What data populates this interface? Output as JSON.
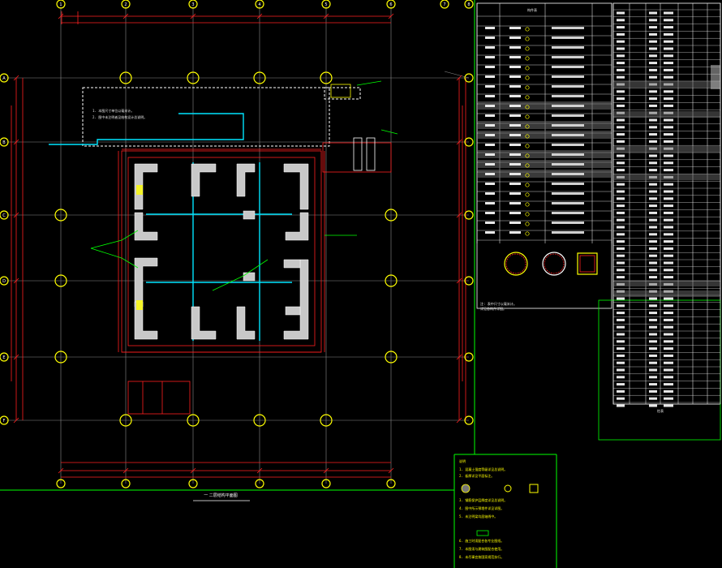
{
  "drawing": {
    "plan_title": "一 二层结构平面图",
    "axis_top": [
      "1",
      "2",
      "3",
      "4",
      "5",
      "6",
      "7",
      "8"
    ],
    "axis_left": [
      "A",
      "B",
      "C",
      "D",
      "E",
      "F"
    ],
    "note_box1": "1. 本图尺寸单位以毫米计。",
    "note_box2": "2. 图中未注明者见结构设计总说明。",
    "legend_title": "说明",
    "legend_items": [
      "1. 混凝土强度等级详见总说明。",
      "2. 板厚详见平面标注。",
      "3. 钢筋保护层厚度详见总说明。",
      "4. 图中所示预埋件详见详图。",
      "5. 未注明梁均居轴线中。",
      "6. 施工时须配合各专业图纸。",
      "7. 本图须与建筑图配合使用。",
      "8. 未尽事宜按国家规范执行。"
    ],
    "schedule_title": "构件表",
    "schedule_note1": "注: 表中尺寸以毫米计。",
    "schedule_note2": "详见各构件详图。",
    "right_table_title": "柱表",
    "colors": {
      "background": "#000000",
      "frame": "#00ff00",
      "axis": "#ffff00",
      "dim": "#ff2020",
      "wall": "#c8c8c8",
      "beam": "#00e5ff"
    }
  }
}
